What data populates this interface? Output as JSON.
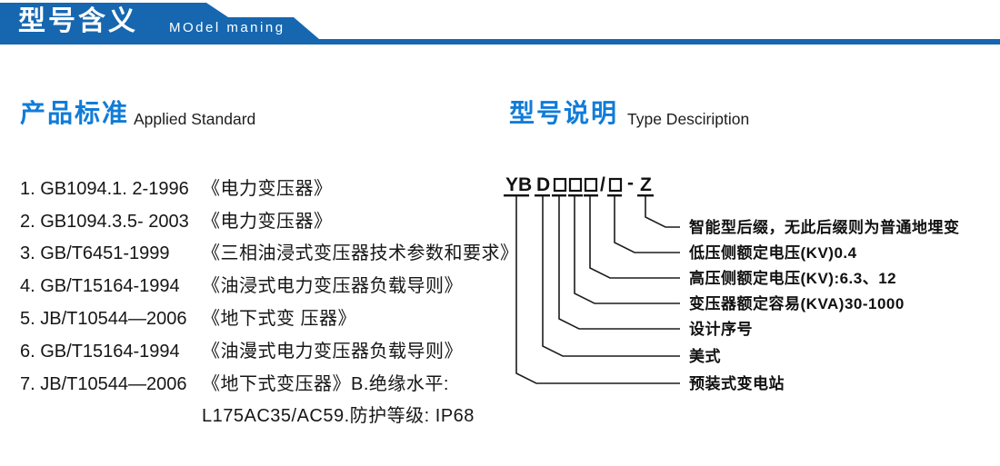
{
  "banner": {
    "title_zh": "型号含义",
    "title_en": "MOdel maning",
    "color": "#1667b0"
  },
  "sections": {
    "left": {
      "heading_zh": "产品标准",
      "heading_en": "Applied Standard"
    },
    "right": {
      "heading_zh": "型号说明",
      "heading_en": "Type Desciription"
    }
  },
  "standards": {
    "items": [
      {
        "num_code": "1. GB1094.1. 2-1996",
        "title": "《电力变压器》"
      },
      {
        "num_code": "2. GB1094.3.5- 2003",
        "title": "《电力变压器》"
      },
      {
        "num_code": "3. GB/T6451-1999",
        "title": "《三相油浸式变压器技术参数和要求》"
      },
      {
        "num_code": "4. GB/T15164-1994",
        "title": "《油浸式电力变压器负载导则》"
      },
      {
        "num_code": "5. JB/T10544—2006",
        "title": "《地下式变 压器》"
      },
      {
        "num_code": "6. GB/T15164-1994",
        "title": "《油漫式电力变压器负载导则》"
      },
      {
        "num_code": "7. JB/T10544—2006",
        "title": "《地下式变压器》B.绝缘水平:"
      },
      {
        "num_code": "",
        "title": "L175AC35/AC59.防护等级: IP68"
      }
    ]
  },
  "diagram": {
    "code": {
      "yb": "YB",
      "d": "D",
      "slash": "/",
      "dash": "-",
      "z": "Z"
    },
    "labels": [
      "智能型后缀，无此后缀则为普通地埋变",
      "低压侧额定电压(KV)0.4",
      "高压侧额定电压(KV):6.3、12",
      "变压器额定容易(KVA)30-1000",
      "设计序号",
      "美式",
      "预装式变电站"
    ]
  },
  "colors": {
    "banner_blue": "#1667b0",
    "heading_blue": "#107cd8",
    "text_black": "#161616"
  }
}
